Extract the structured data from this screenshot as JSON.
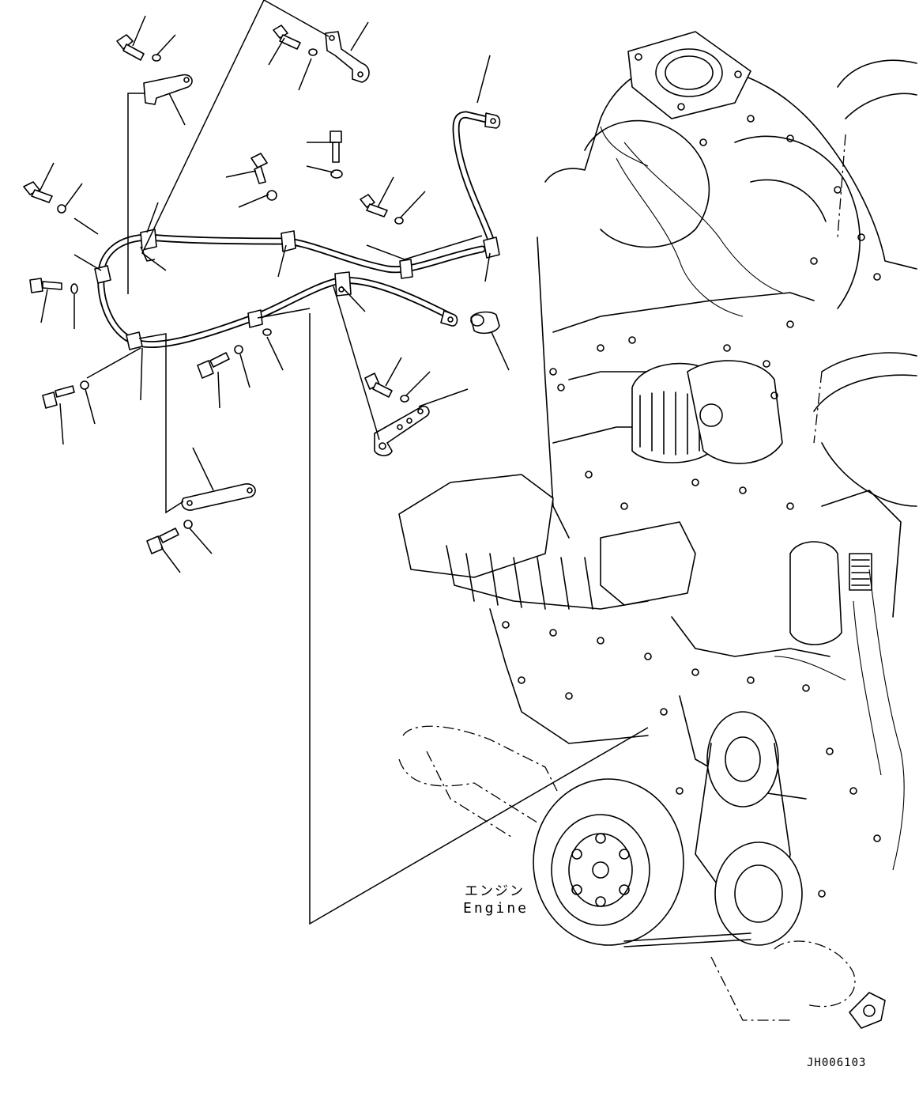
{
  "labels": {
    "engine_jp": "エンジン",
    "engine_en": "Engine",
    "drawing_number": "JH006103"
  }
}
